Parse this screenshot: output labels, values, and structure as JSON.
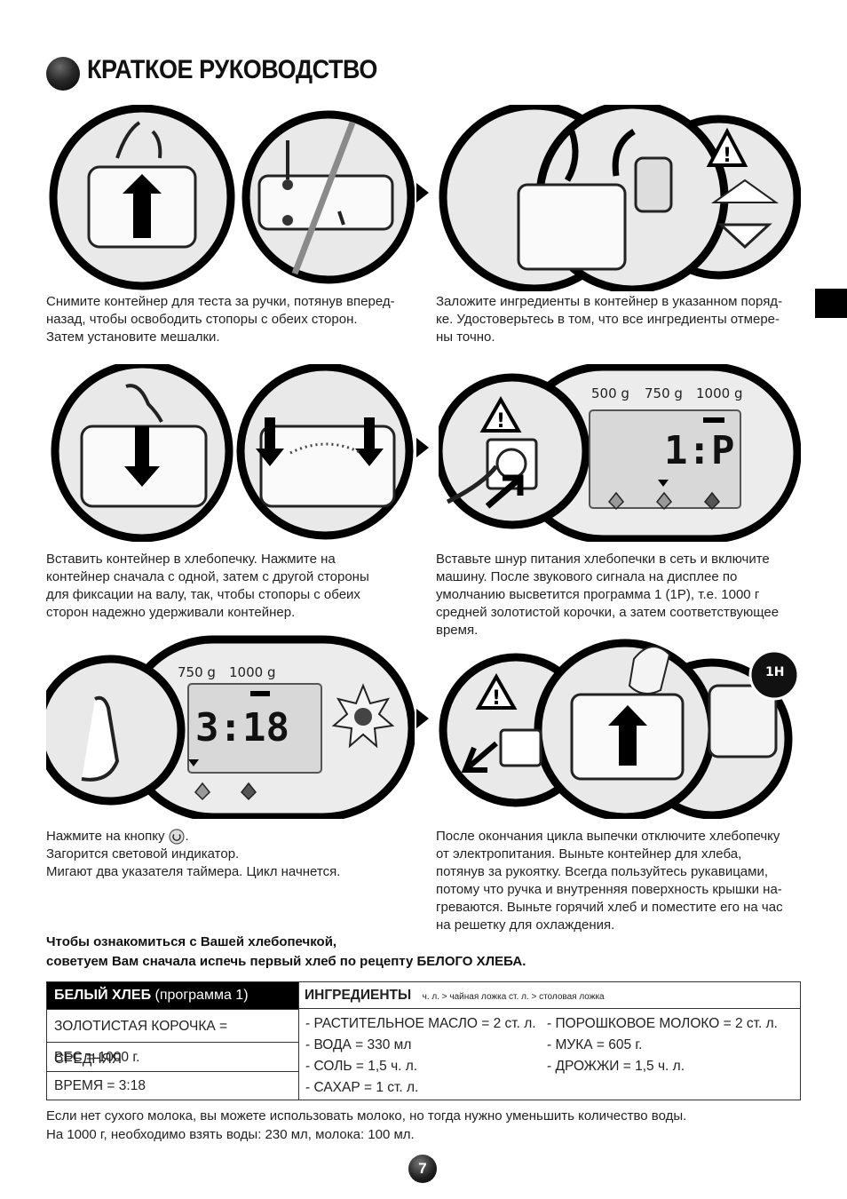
{
  "header": {
    "title": "КРАТКОЕ РУКОВОДСТВО"
  },
  "panel1": {
    "lines": [
      "Снимите контейнер для теста за ручки, потянув вперед-",
      "назад, чтобы освободить стопоры с обеих сторон.",
      "Затем установите мешалки."
    ]
  },
  "panel2": {
    "lines": [
      "Заложите ингредиенты в контейнер в указанном поряд-",
      "ке. Удостоверьтесь в том, что все ингредиенты отмере-",
      "ны точно."
    ]
  },
  "panel3": {
    "lines": [
      "Вставить контейнер в хлебопечку. Нажмите на",
      "контейнер сначала с одной, затем с другой стороны",
      "для фиксации на валу, так, чтобы стопоры с обеих",
      "сторон надежно удерживали контейнер."
    ]
  },
  "panel4": {
    "lines": [
      "Вставьте шнур питания хлебопечки в сеть и включите",
      "машину. После звукового сигнала на дисплее по",
      "умолчанию высветится программа 1 (1P), т.е. 1000 г",
      "средней золотистой корочки, а затем соответствующее",
      "время."
    ]
  },
  "panel5": {
    "line1": "Нажмите на кнопку",
    "line1_end": ".",
    "lines": [
      "Загорится световой индикатор.",
      "Мигают два указателя таймера. Цикл начнется."
    ]
  },
  "panel6": {
    "lines": [
      "После окончания цикла выпечки отключите хлебопечку",
      "от электропитания. Выньте контейнер для хлеба,",
      "потянув за рукоятку. Всегда пользуйтесь рукавицами,",
      "потому что ручка и внутренняя поверхность крышки на-",
      "греваются. Выньте горячий хлеб и поместите его на час",
      "на решетку для охлаждения."
    ]
  },
  "display_a": {
    "w1": "500 g",
    "w2": "750 g",
    "w3": "1000 g",
    "code": "1:P"
  },
  "display_b": {
    "w1": "750 g",
    "w2": "1000 g",
    "time": "3:18"
  },
  "timer_badge": "1H",
  "intro": {
    "line1": "Чтобы ознакомиться с Вашей хлебопечкой,",
    "line2": "советуем Вам сначала испечь первый хлеб по рецепту БЕЛОГО ХЛЕБА."
  },
  "recipe": {
    "left_head_bold": "БЕЛЫЙ ХЛЕБ",
    "left_head_rest": " (программа 1)",
    "right_head_bold": "ИНГРЕДИЕНТЫ",
    "legend": "ч. л. > чайная ложка   ст. л. > столовая ложка",
    "rows": [
      "ЗОЛОТИСТАЯ КОРОЧКА = СРЕДНЯЯ",
      "ВЕС = 1000 г.",
      "ВРЕМЯ = 3:18"
    ],
    "ingredients_col1": [
      "- РАСТИТЕЛЬНОЕ МАСЛО = 2 ст. л.",
      "- ВОДА = 330 мл",
      "- СОЛЬ = 1,5 ч. л.",
      "- САХАР = 1 ст. л."
    ],
    "ingredients_col2": [
      "- ПОРОШКОВОЕ МОЛОКО = 2 ст. л.",
      "- МУКА = 605 г.",
      "- ДРОЖЖИ = 1,5 ч. л."
    ]
  },
  "notes": {
    "line1": "Если нет сухого молока, вы можете использовать молоко, но тогда нужно уменьшить количество воды.",
    "line2": "На 1000 г, необходимо взять воды: 230 мл, молока: 100 мл."
  },
  "page_number": "7"
}
